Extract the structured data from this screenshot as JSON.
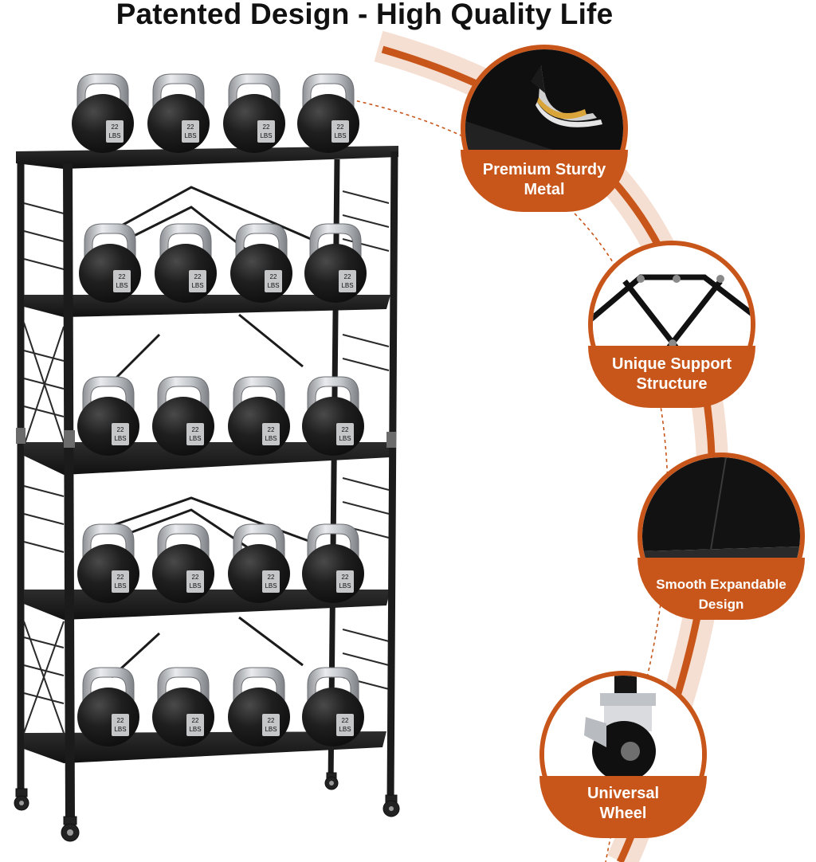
{
  "headline": "Patented Design - High Quality Life",
  "weight_labels": {
    "value": "22",
    "unit": "LBS"
  },
  "features": [
    {
      "name": "metal",
      "line1": "Premium Sturdy",
      "line2": "Metal"
    },
    {
      "name": "support",
      "line1": "Unique Support",
      "line2": "Structure"
    },
    {
      "name": "expand",
      "line1": "Smooth Expandable",
      "line2": "Design"
    },
    {
      "name": "wheel",
      "line1": "Universal",
      "line2": "Wheel"
    }
  ],
  "colors": {
    "accent": "#c8561a",
    "rack": "#1b1b1b",
    "bell": "#1c1c1c",
    "handle": "#b9bcc0"
  }
}
